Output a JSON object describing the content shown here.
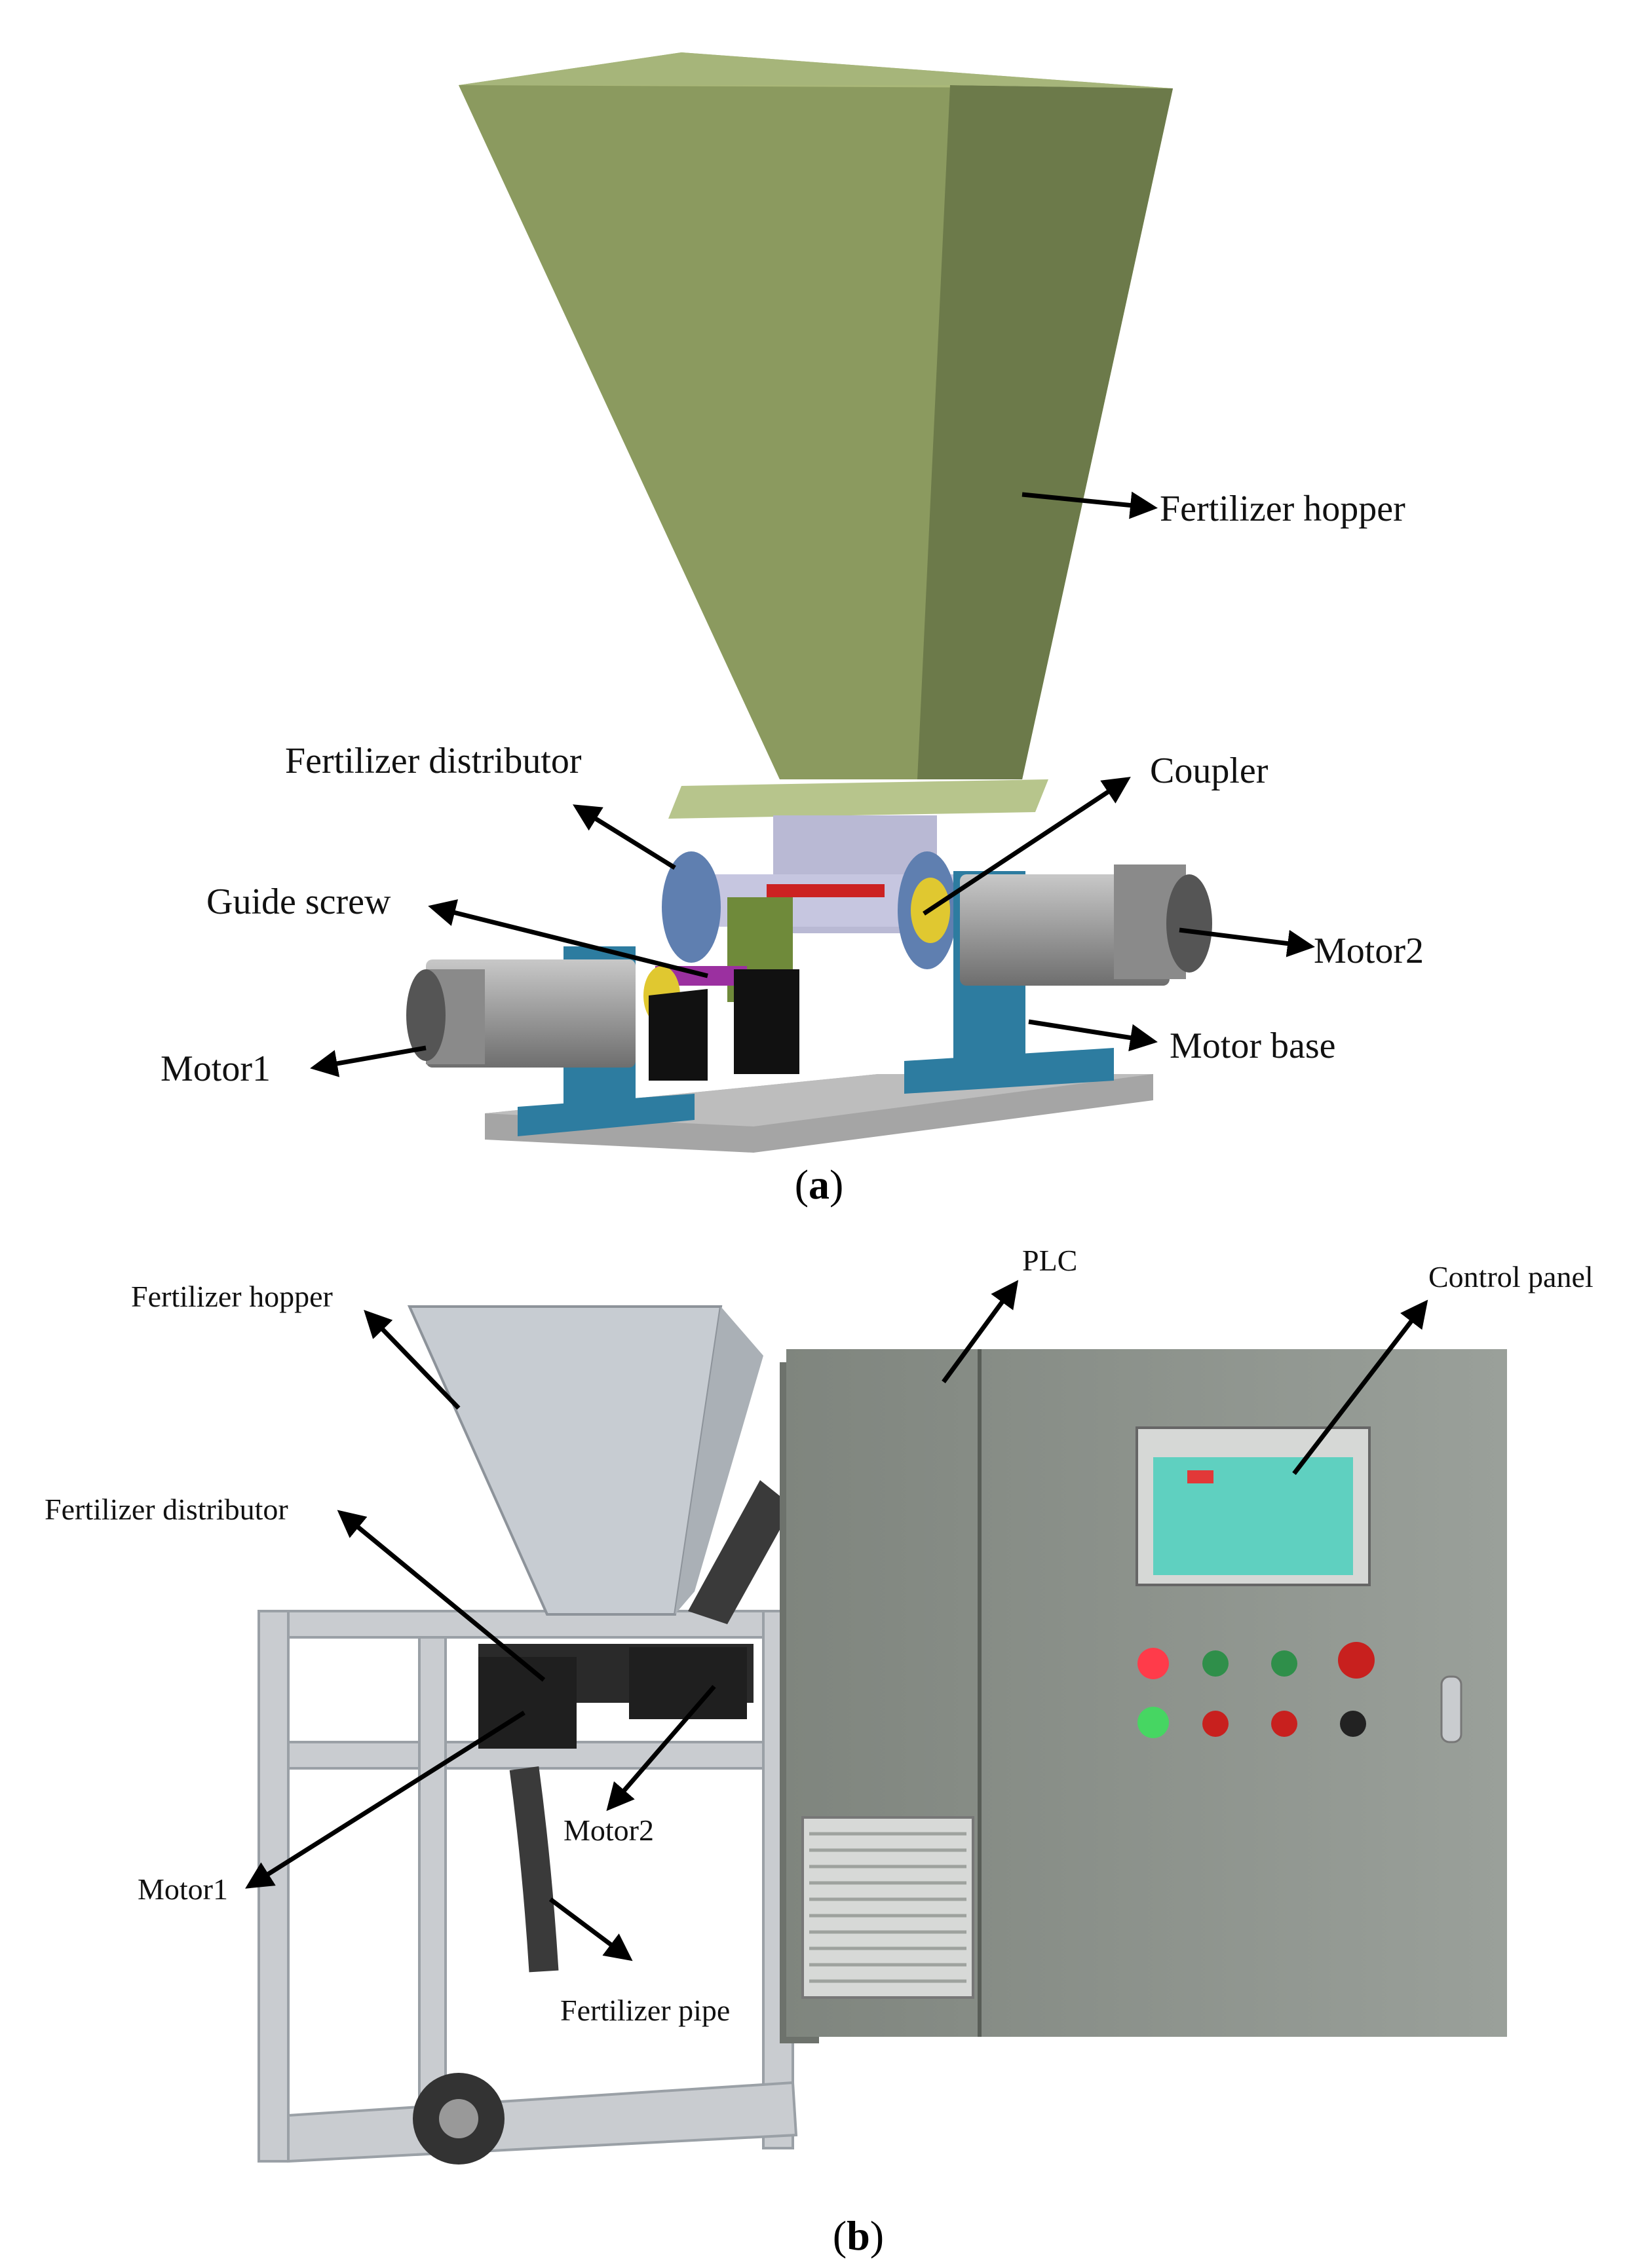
{
  "panel_a": {
    "caption_letter": "a",
    "labels": {
      "fertilizer_hopper": "Fertilizer hopper",
      "fertilizer_distributor": "Fertilizer distributor",
      "coupler": "Coupler",
      "guide_screw": "Guide screw",
      "motor2": "Motor2",
      "motor1": "Motor1",
      "motor_base": "Motor base"
    }
  },
  "panel_b": {
    "caption_letter": "b",
    "labels": {
      "fertilizer_hopper": "Fertilizer hopper",
      "plc": "PLC",
      "control_panel": "Control panel",
      "fertilizer_distributor": "Fertilizer distributor",
      "motor2": "Motor2",
      "motor1": "Motor1",
      "fertilizer_pipe": "Fertilizer pipe"
    }
  },
  "colors": {
    "hopper_green": "#8a9a5e",
    "base_blue": "#2d7ca0",
    "cabinet_gray": "#8e948d",
    "screen_cyan": "#5fd0c0"
  }
}
